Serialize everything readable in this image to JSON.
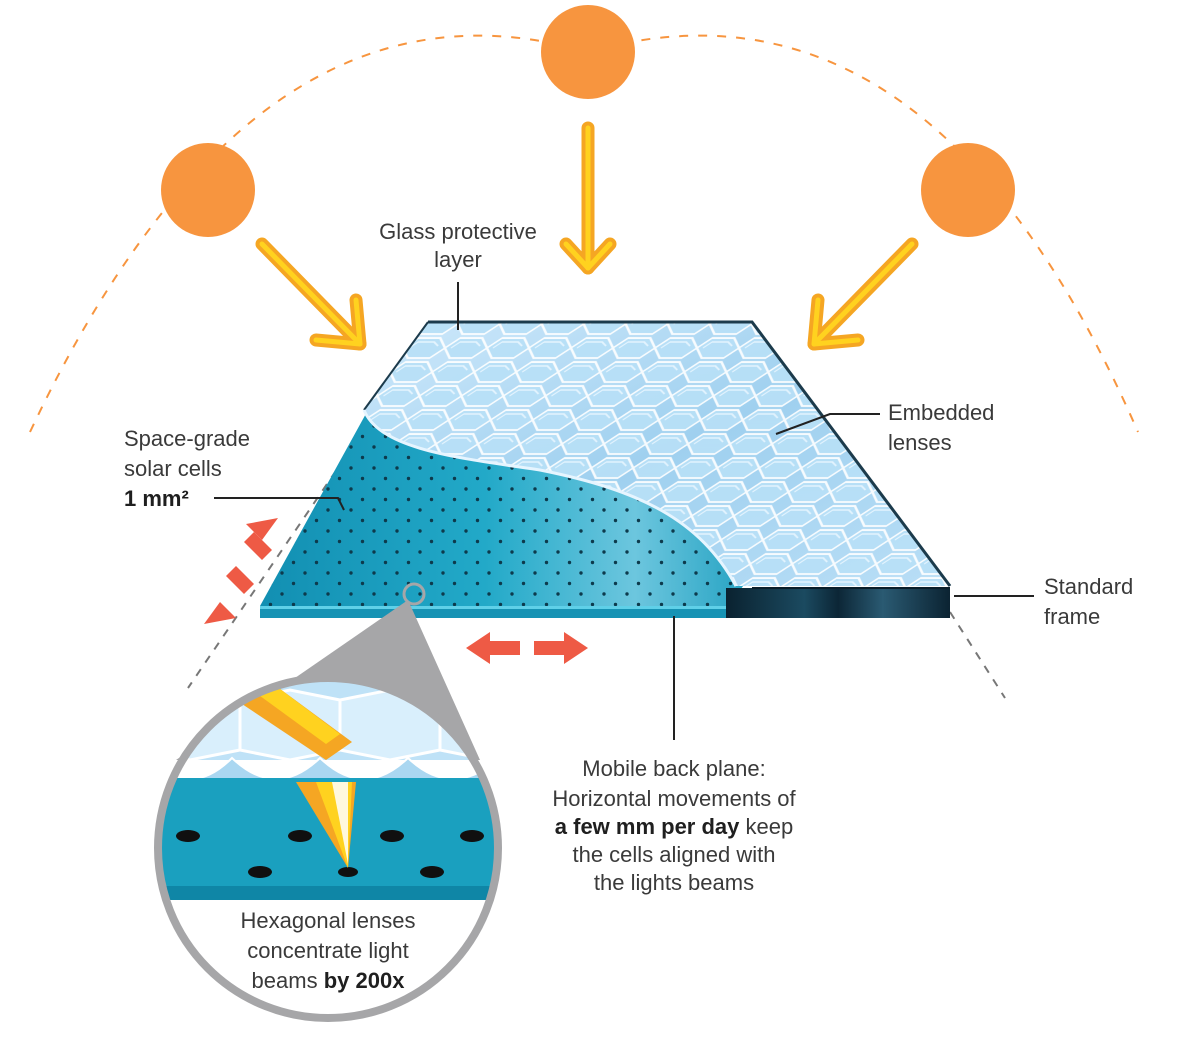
{
  "labels": {
    "glass_l1": "Glass protective",
    "glass_l2": "layer",
    "embedded_l1": "Embedded",
    "embedded_l2": "lenses",
    "cells_l1": "Space-grade",
    "cells_l2": "solar cells",
    "cells_l3": "1 mm²",
    "frame_l1": "Standard",
    "frame_l2": "frame",
    "mobile_l1": "Mobile back plane:",
    "mobile_l2": "Horizontal movements of",
    "mobile_l3_bold": "a few mm per day",
    "mobile_l3_rest": " keep",
    "mobile_l4": "the cells aligned with",
    "mobile_l5": "the lights beams",
    "hex_l1": "Hexagonal lenses",
    "hex_l2": "concentrate light",
    "hex_l3_plain": "beams ",
    "hex_l3_bold": "by 200x"
  },
  "colors": {
    "sun": "#f7953f",
    "ray_outer": "#f5a623",
    "ray_inner": "#ffd21f",
    "glass": "#a9d6f2",
    "cells": "#1aa0bf",
    "frame": "#0c2a3a",
    "move_arrow": "#ee5a45"
  }
}
